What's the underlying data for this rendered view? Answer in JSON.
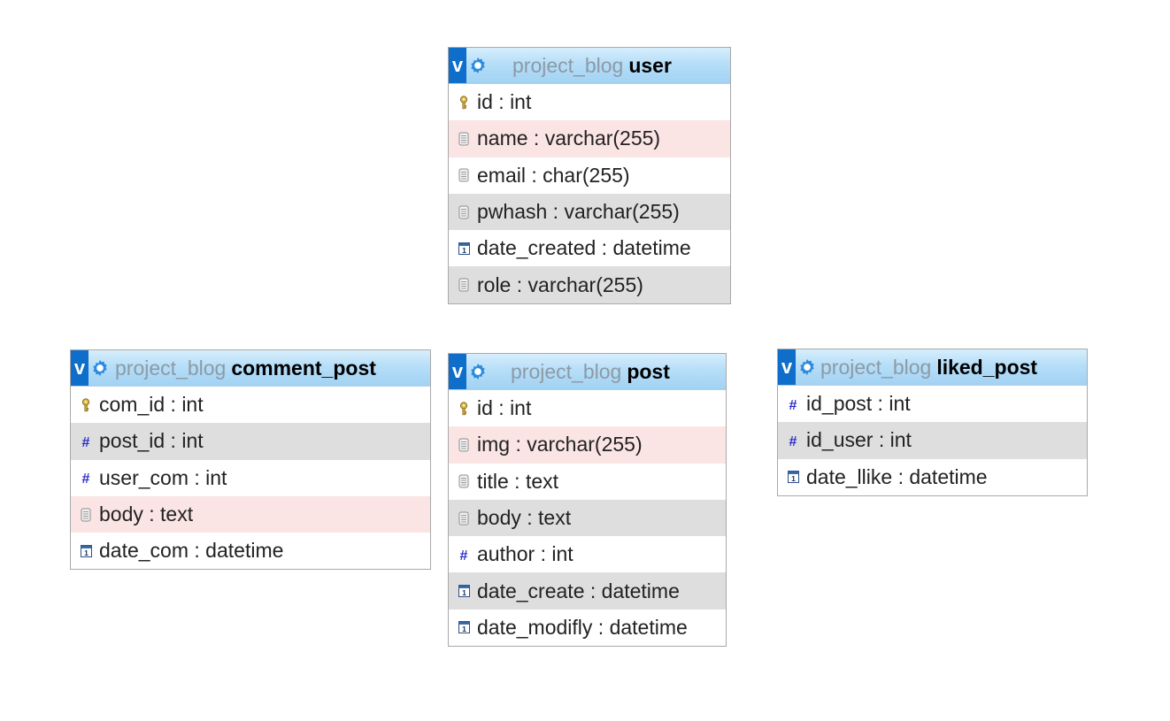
{
  "tables": {
    "user": {
      "db": "project_blog",
      "name": "user",
      "fields": [
        {
          "label": "id : int",
          "icon": "key-icon",
          "bg": "white"
        },
        {
          "label": "name : varchar(255)",
          "icon": "text-icon",
          "bg": "pink"
        },
        {
          "label": "email : char(255)",
          "icon": "text-icon",
          "bg": "white"
        },
        {
          "label": "pwhash : varchar(255)",
          "icon": "text-icon",
          "bg": "grey"
        },
        {
          "label": "date_created : datetime",
          "icon": "calendar-icon",
          "bg": "white"
        },
        {
          "label": "role : varchar(255)",
          "icon": "text-icon",
          "bg": "grey"
        }
      ]
    },
    "comment_post": {
      "db": "project_blog",
      "name": "comment_post",
      "fields": [
        {
          "label": "com_id : int",
          "icon": "key-icon",
          "bg": "white"
        },
        {
          "label": "post_id : int",
          "icon": "hash-icon",
          "bg": "grey"
        },
        {
          "label": "user_com : int",
          "icon": "hash-icon",
          "bg": "white"
        },
        {
          "label": "body : text",
          "icon": "text-icon",
          "bg": "pink"
        },
        {
          "label": "date_com : datetime",
          "icon": "calendar-icon",
          "bg": "white"
        }
      ]
    },
    "post": {
      "db": "project_blog",
      "name": "post",
      "fields": [
        {
          "label": "id : int",
          "icon": "key-icon",
          "bg": "white"
        },
        {
          "label": "img : varchar(255)",
          "icon": "text-icon",
          "bg": "pink"
        },
        {
          "label": "title : text",
          "icon": "text-icon",
          "bg": "white"
        },
        {
          "label": "body : text",
          "icon": "text-icon",
          "bg": "grey"
        },
        {
          "label": "author : int",
          "icon": "hash-icon",
          "bg": "white"
        },
        {
          "label": "date_create : datetime",
          "icon": "calendar-icon",
          "bg": "grey"
        },
        {
          "label": "date_modifly : datetime",
          "icon": "calendar-icon",
          "bg": "white"
        }
      ]
    },
    "liked_post": {
      "db": "project_blog",
      "name": "liked_post",
      "fields": [
        {
          "label": "id_post : int",
          "icon": "hash-icon",
          "bg": "white"
        },
        {
          "label": "id_user : int",
          "icon": "hash-icon",
          "bg": "grey"
        },
        {
          "label": "date_llike : datetime",
          "icon": "calendar-icon",
          "bg": "white"
        }
      ]
    }
  },
  "ui": {
    "toggle_label": "v",
    "colors": {
      "header_blue": "#a2d2f3",
      "toggle_blue": "#0f6ec9",
      "row_grey": "#dedede",
      "row_pink": "#fbe4e4",
      "db_name": "#8c9aa6"
    }
  }
}
